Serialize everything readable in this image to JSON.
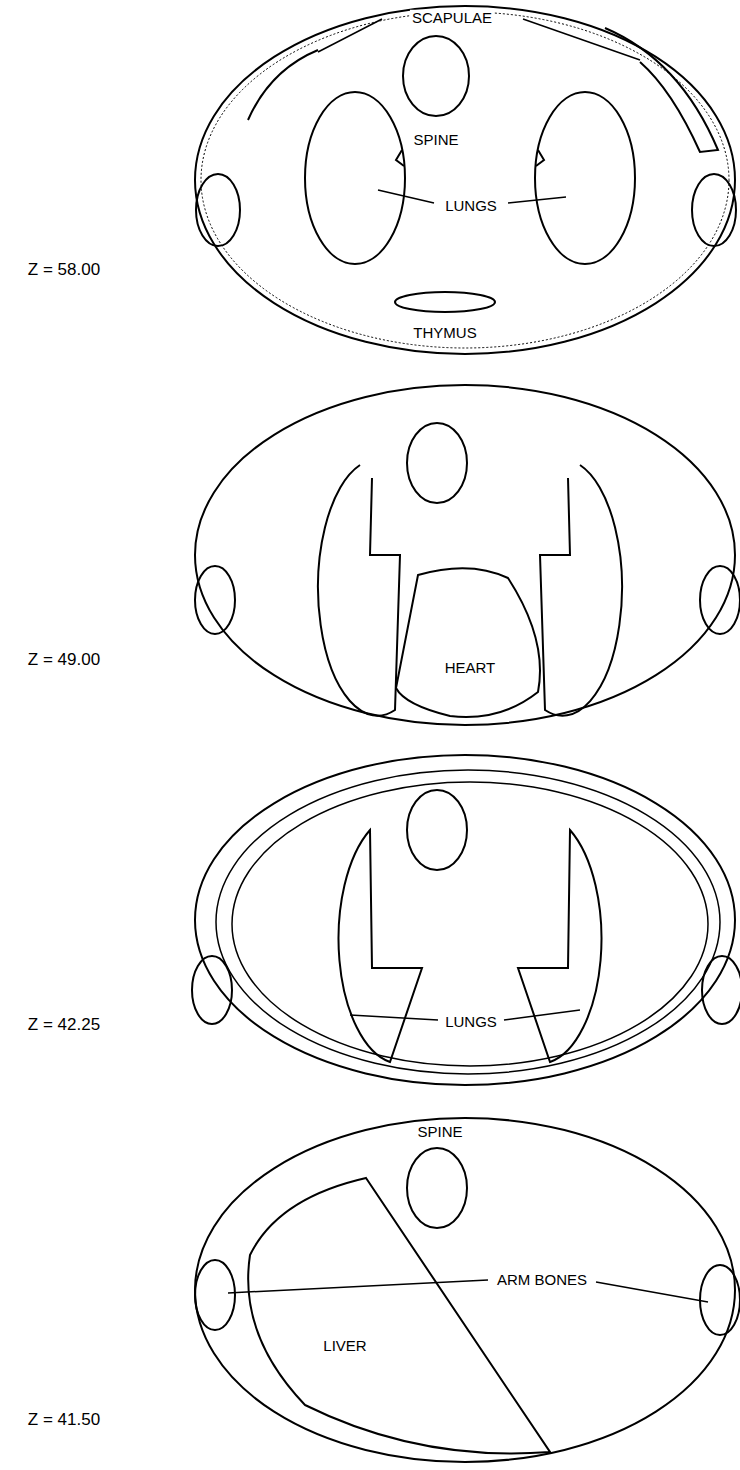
{
  "diagram": {
    "labels": [
      "SCAPULAE",
      "SPINE",
      "LUNGS",
      "THYMUS",
      "Z = 58.00",
      "HEART",
      "Z = 49.00",
      "LUNGS",
      "Z = 42.25",
      "SPINE",
      "ARM BONES",
      "LIVER",
      "Z = 41.50"
    ]
  }
}
